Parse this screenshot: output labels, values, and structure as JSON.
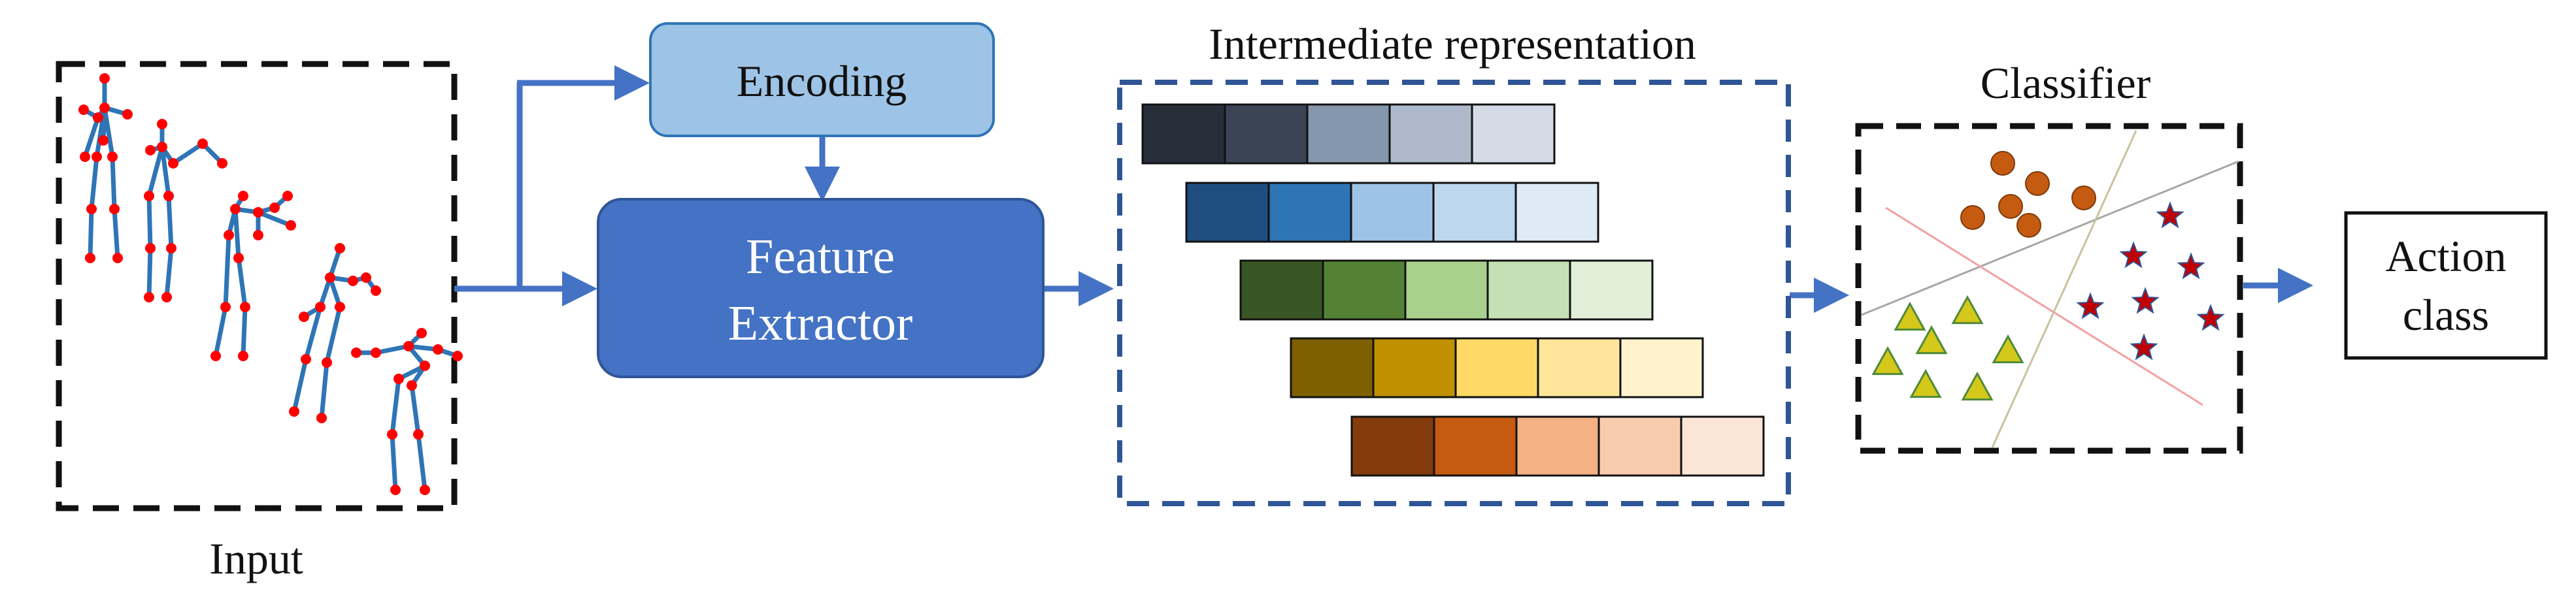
{
  "input": {
    "label": "Input"
  },
  "encoding": {
    "label": "Encoding"
  },
  "feature_extractor": {
    "line1": "Feature",
    "line2": "Extractor"
  },
  "intermediate": {
    "title": "Intermediate representation",
    "rows": [
      {
        "name": "dark-blue",
        "colors": [
          "#262e3a",
          "#3a4455",
          "#8597ad",
          "#adb9cb",
          "#d4dbe6"
        ]
      },
      {
        "name": "blue",
        "colors": [
          "#1f4e7e",
          "#2e75b6",
          "#9dc3e6",
          "#bdd7ee",
          "#deebf7"
        ]
      },
      {
        "name": "green",
        "colors": [
          "#375623",
          "#548235",
          "#a9d18e",
          "#c5e0b4",
          "#e2f0d9"
        ]
      },
      {
        "name": "gold",
        "colors": [
          "#7f6000",
          "#bf9000",
          "#ffd966",
          "#ffe699",
          "#fff2cc"
        ]
      },
      {
        "name": "orange",
        "colors": [
          "#843c0c",
          "#c55a11",
          "#f4b183",
          "#f8cbad",
          "#fbe5d6"
        ]
      }
    ]
  },
  "classifier": {
    "title": "Classifier",
    "classes": [
      {
        "name": "circles",
        "color": "#c55a11"
      },
      {
        "name": "triangles",
        "color": "#d4c81a"
      },
      {
        "name": "stars",
        "color": "#c00000"
      }
    ]
  },
  "output": {
    "line1": "Action",
    "line2": "class"
  },
  "colors": {
    "arrow": "#4472c4",
    "encoding_fill": "#9dc3e6",
    "encoding_stroke": "#2e75b6",
    "extractor_fill": "#4472c4",
    "extractor_stroke": "#2f5597",
    "dashed_blue": "#2f5597",
    "dashed_black": "#111111",
    "skeleton_bone": "#2e75b6",
    "skeleton_joint": "#ff0000"
  }
}
